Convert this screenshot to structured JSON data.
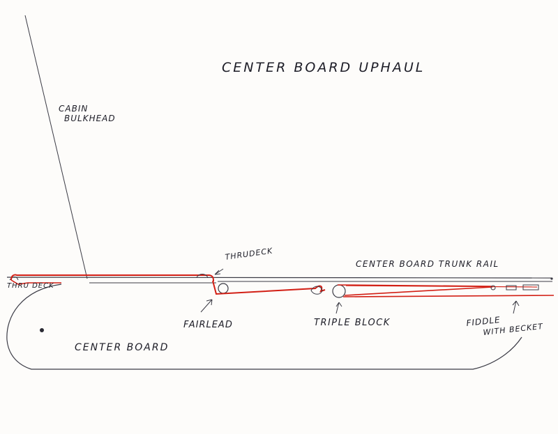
{
  "title": "CENTER BOARD UPHAUL",
  "labels": {
    "cabin_line1": "CABIN",
    "cabin_line2": "BULKHEAD",
    "thrudeck": "THRUDECK",
    "trunk_rail": "CENTER BOARD TRUNK RAIL",
    "thru_deck_left": "THRU DECK",
    "fairlead": "FAIRLEAD",
    "triple_block": "TRIPLE BLOCK",
    "fiddle_line1": "FIDDLE",
    "fiddle_line2": "WITH BECKET",
    "center_board": "CENTER BOARD"
  },
  "colors": {
    "ink": "#1c1c26",
    "line": "#d21e14",
    "paper": "#fdfcfa"
  }
}
